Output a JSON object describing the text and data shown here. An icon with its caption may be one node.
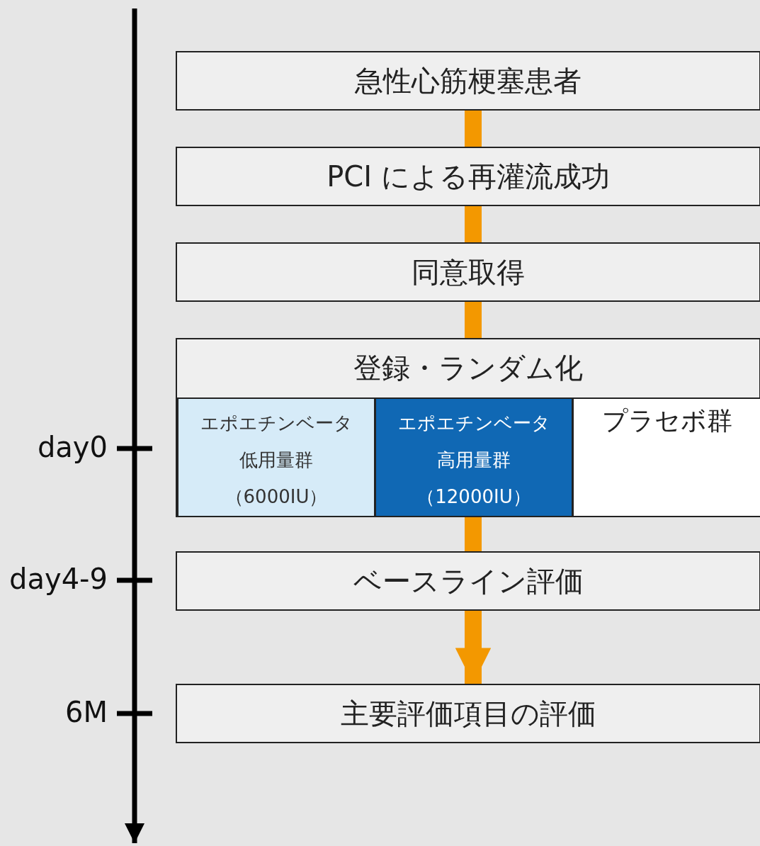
{
  "diagram": {
    "nodes": [
      {
        "text": [
          "急性心筋梗塞患者"
        ]
      },
      {
        "text": [
          "PCI による再灌流成功"
        ]
      },
      {
        "text": [
          "同意取得"
        ]
      },
      {
        "text": [
          "登録・ランダム化"
        ]
      },
      {
        "text": [
          "エポエチンベータ低用量群（6000IU）"
        ],
        "in": 3
      },
      {
        "text": [
          "エポエチンベータ高用量群（12000IU）"
        ],
        "in": 3
      },
      {
        "text": [
          "プラセボ群"
        ],
        "in": 3
      },
      {
        "text": [
          "ベースライン評価"
        ]
      },
      {
        "text": [
          "主要評価項目の評価"
        ]
      }
    ],
    "edges": [
      {
        "from": 0,
        "to": 1,
        "arrow": "none"
      },
      {
        "from": 1,
        "to": 2,
        "arrow": "none"
      },
      {
        "from": 2,
        "to": 3,
        "arrow": "none"
      },
      {
        "from": 3,
        "to": 7,
        "arrow": "none"
      },
      {
        "from": 7,
        "to": 8,
        "arrow": "to"
      }
    ],
    "labels": [
      "day0",
      "day4-9",
      "6M"
    ]
  }
}
